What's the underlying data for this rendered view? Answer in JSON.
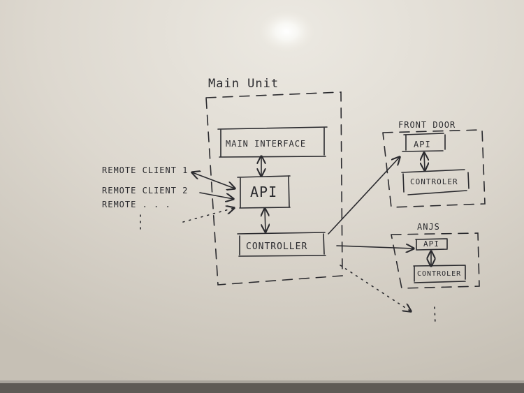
{
  "main_unit": {
    "title": "Main Unit",
    "main_interface": "MAIN INTERFACE",
    "api": "API",
    "controller": "CONTROLLER"
  },
  "clients": [
    "REMOTE CLIENT 1",
    "REMOTE CLIENT 2",
    "REMOTE . . ."
  ],
  "front_door": {
    "title": "FRONT DOOR",
    "api": "API",
    "controller": "CONTROLER"
  },
  "anjs": {
    "title": "ANJS",
    "api": "API",
    "controller": "CONTROLER"
  }
}
